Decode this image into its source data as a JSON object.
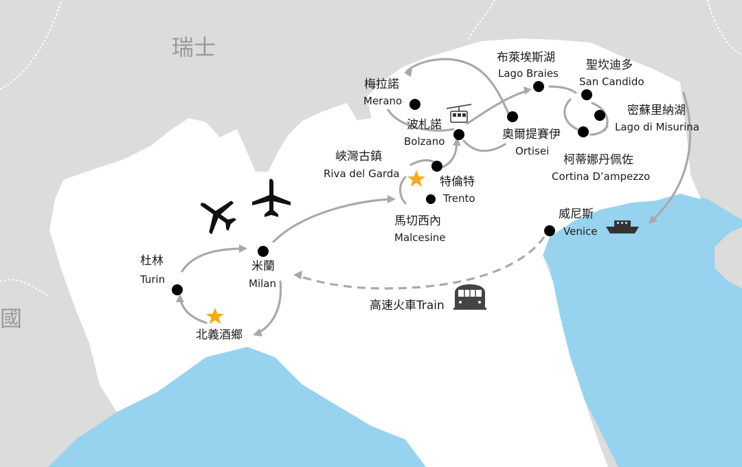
{
  "map": {
    "countries": [
      {
        "id": "switzerland",
        "label": "瑞士"
      },
      {
        "id": "france",
        "label": "國"
      }
    ],
    "places": [
      {
        "id": "turin",
        "zh": "杜林",
        "en": "Turin"
      },
      {
        "id": "milan",
        "zh": "米蘭",
        "en": "Milan"
      },
      {
        "id": "wine-country",
        "zh": "北義酒鄉",
        "en": ""
      },
      {
        "id": "malcesine",
        "zh": "馬切西內",
        "en": "Malcesine"
      },
      {
        "id": "riva",
        "zh": "峽灣古鎮",
        "en": "Riva del Garda"
      },
      {
        "id": "trento",
        "zh": "特倫特",
        "en": "Trento"
      },
      {
        "id": "bolzano",
        "zh": "波札諾",
        "en": "Bolzano"
      },
      {
        "id": "merano",
        "zh": "梅拉諾",
        "en": "Merano"
      },
      {
        "id": "ortisei",
        "zh": "奧爾提賽伊",
        "en": "Ortisei"
      },
      {
        "id": "braies",
        "zh": "布萊埃斯湖",
        "en": "Lago Braies"
      },
      {
        "id": "san-candido",
        "zh": "聖坎迪多",
        "en": "San Candido"
      },
      {
        "id": "misurina",
        "zh": "密蘇里納湖",
        "en": "Lago di Misurina"
      },
      {
        "id": "cortina",
        "zh": "柯蒂娜丹佩佐",
        "en": "Cortina D’ampezzo"
      },
      {
        "id": "venice",
        "zh": "威尼斯",
        "en": "Venice"
      }
    ],
    "transport": {
      "train_label": "高速火車Train",
      "icons": [
        "airplane-icon",
        "cable-car-icon",
        "boat-icon",
        "train-icon",
        "star-icon"
      ]
    },
    "colors": {
      "land": "#ffffff",
      "neighbor": "#dcdcdc",
      "sea": "#97d3ee",
      "route": "#a9a9a9",
      "star": "#f5a91c",
      "marker": "#000000"
    }
  }
}
